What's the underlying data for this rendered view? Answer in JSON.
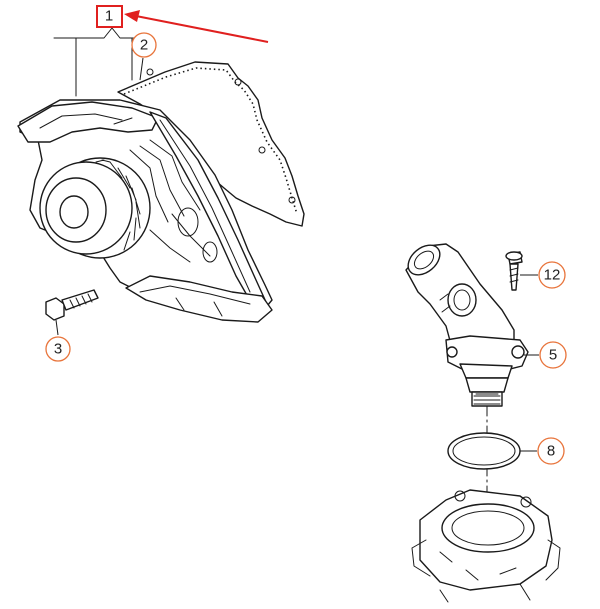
{
  "diagram": {
    "callouts": [
      {
        "id": "1",
        "label": "1"
      },
      {
        "id": "2",
        "label": "2"
      },
      {
        "id": "3",
        "label": "3"
      },
      {
        "id": "5",
        "label": "5"
      },
      {
        "id": "8",
        "label": "8"
      },
      {
        "id": "12",
        "label": "12"
      }
    ],
    "colors": {
      "line": "#1a1a1a",
      "callout_circle": "#e8743b",
      "highlight": "#e0201f",
      "background": "#ffffff"
    },
    "icons": {
      "pointer": "red-arrow-icon"
    }
  }
}
